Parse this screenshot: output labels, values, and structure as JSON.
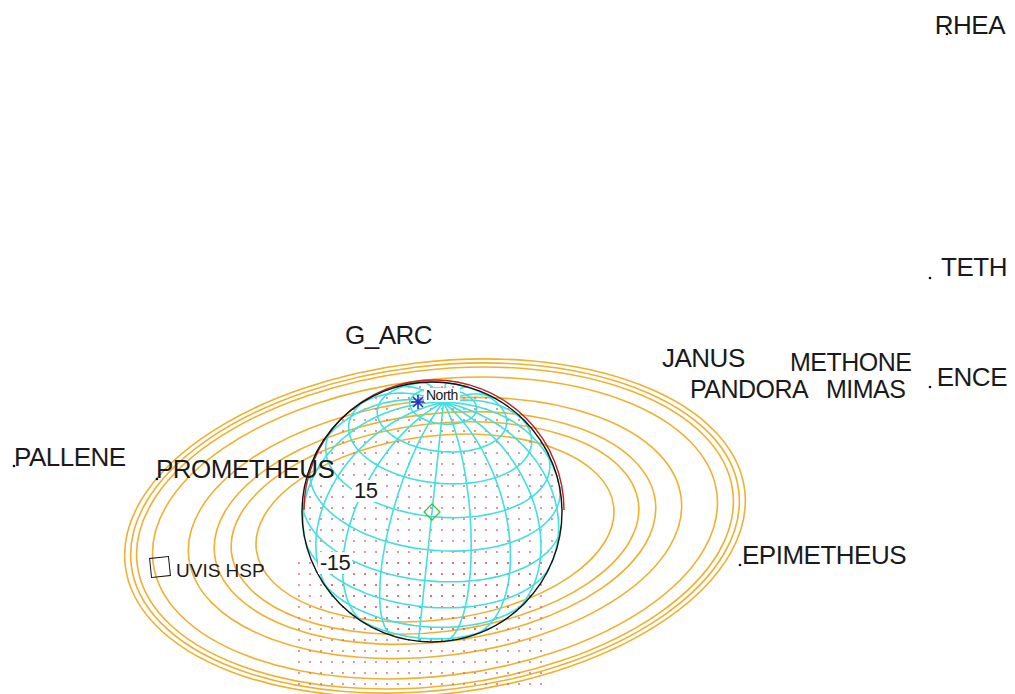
{
  "diagram": {
    "nodes": [
      {
        "text": [
          "UVIS HSP"
        ]
      }
    ],
    "labels": [
      "RHEA",
      "TETH",
      "G_ARC",
      "JANUS",
      "METHONE",
      "ENCE",
      "PANDORA",
      "MIMAS",
      "North",
      "PALLENE",
      "PROMETHEUS",
      "15",
      "-15",
      "EPIMETHEUS"
    ]
  }
}
